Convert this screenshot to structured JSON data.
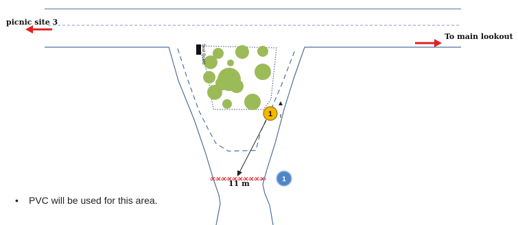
{
  "labels": {
    "picnic_site": "picnic site 3",
    "main_lookout": "To main lookout",
    "seat_board": "Seat Board",
    "distance": "11 m"
  },
  "markers": {
    "orange": "1",
    "blue": "1"
  },
  "notes": {
    "bullet": "•",
    "text": "PVC will be used for this area."
  },
  "colors": {
    "path_edge": "#4a6f9a",
    "arrow_red": "#e02020",
    "tree_green": "#9bbb59",
    "marker_orange": "#f5b800",
    "marker_blue": "#4f86c6",
    "fence_red": "#e03030"
  },
  "icons": {
    "arrow": "red-arrow-icon",
    "seat": "seat-board-icon"
  }
}
